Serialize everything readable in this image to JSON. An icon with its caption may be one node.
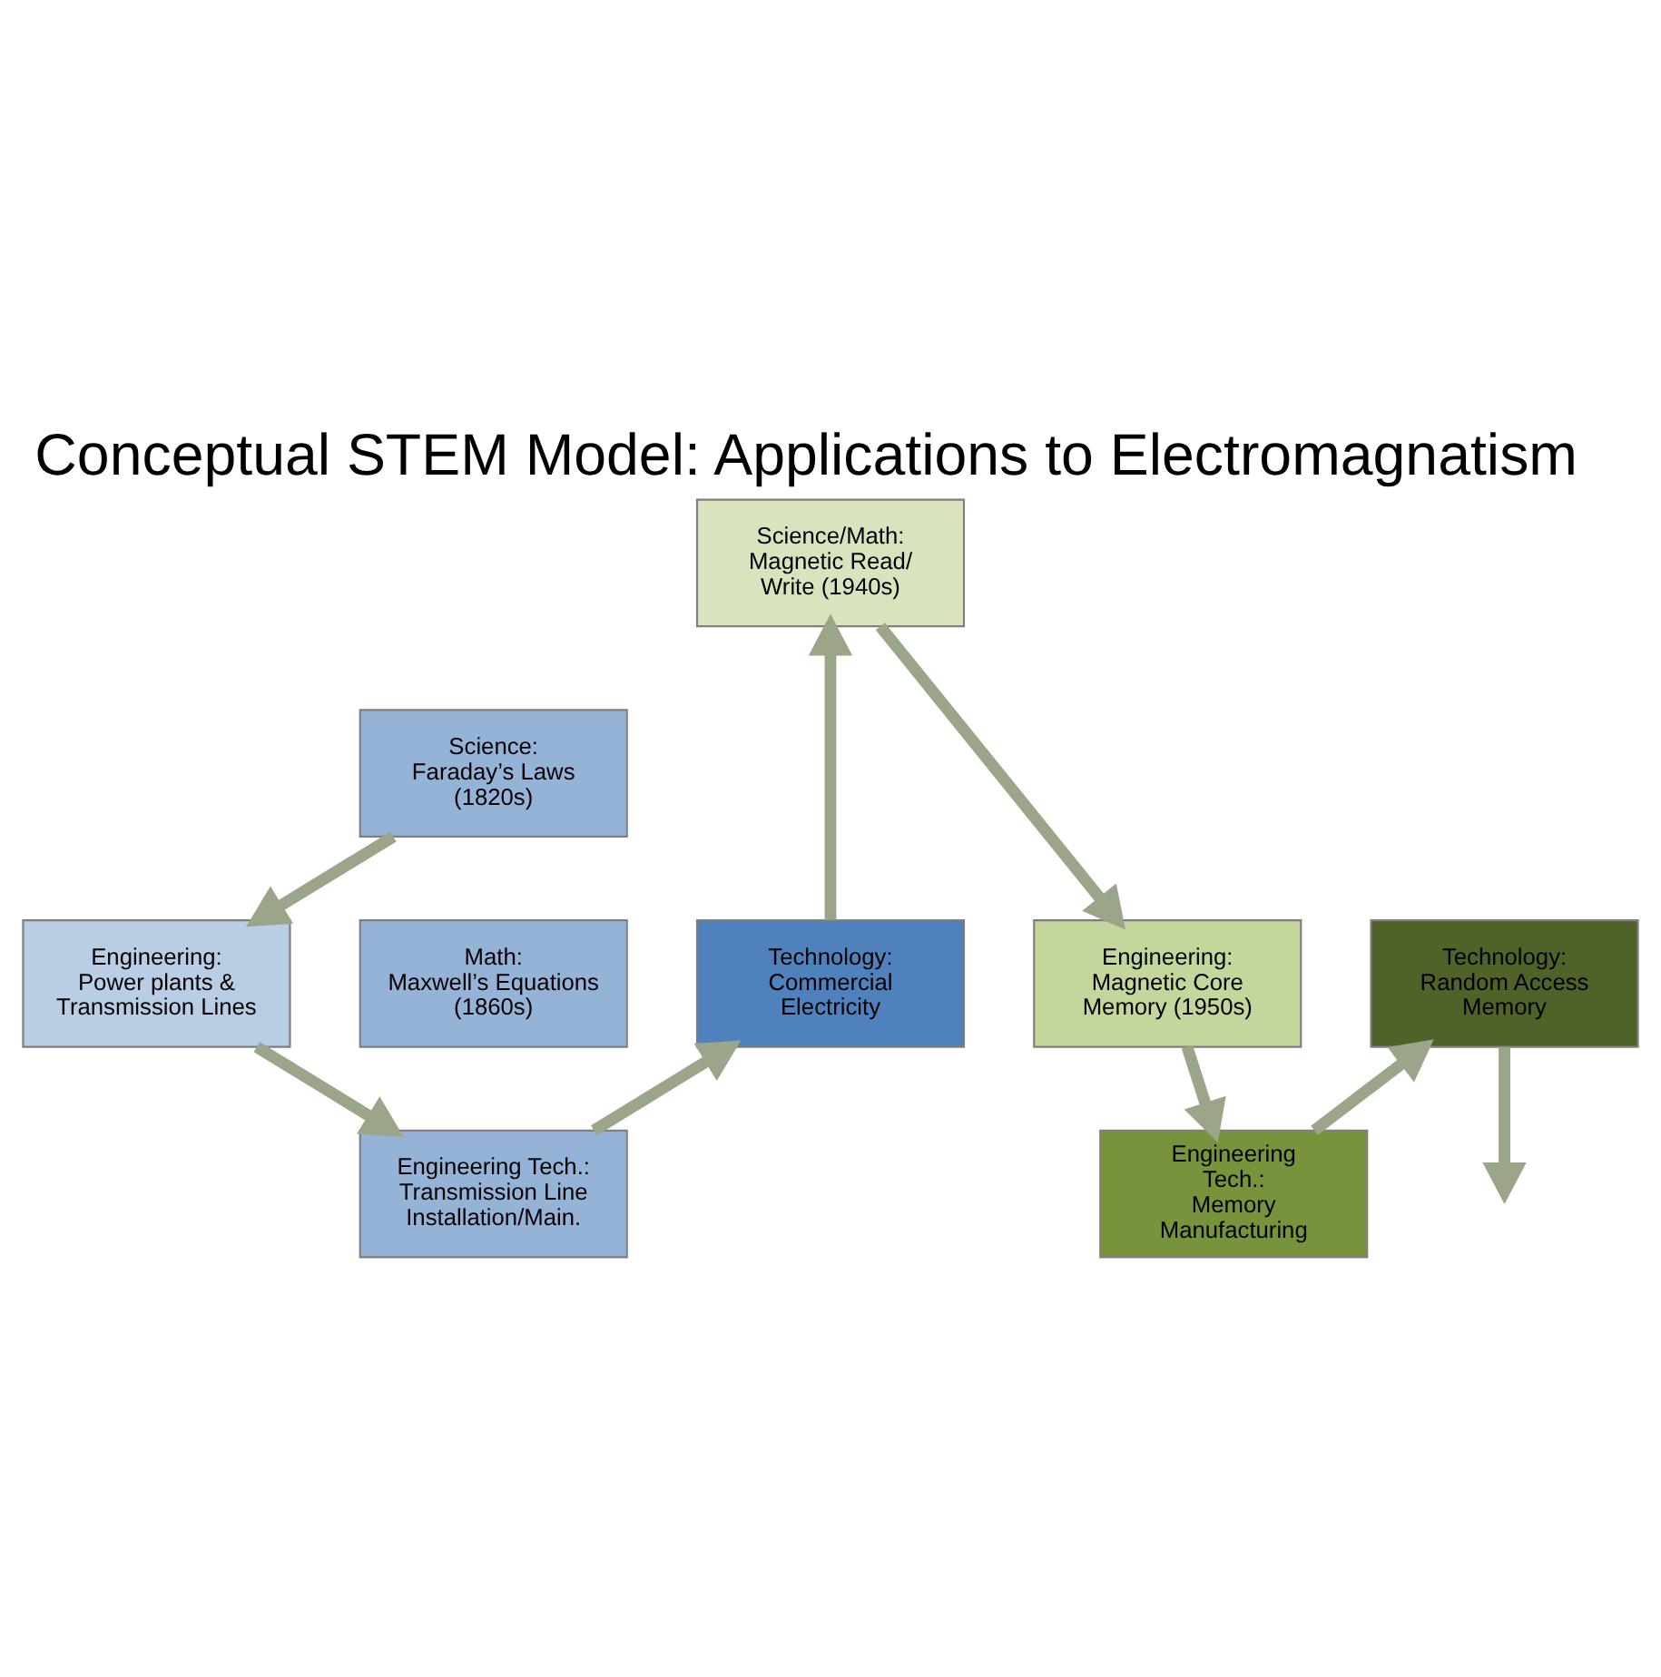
{
  "diagram": {
    "title": "Conceptual STEM Model: Applications to Electromagnatism",
    "nodes": [
      {
        "text": [
          "Science/Math:",
          "Magnetic Read/ Write (1940s)"
        ]
      },
      {
        "text": [
          "Science:",
          "Faraday’s Laws (1820s)"
        ]
      },
      {
        "text": [
          "Math:",
          "Maxwell’s Equations (1860s)"
        ]
      },
      {
        "text": [
          "Engineering:",
          "Magnetic Core Memory (1950s)"
        ]
      },
      {
        "text": [
          "Engineering:",
          "Power plants & Transmission Lines"
        ]
      },
      {
        "text": [
          "Technology:",
          "Commercial Electricity"
        ]
      },
      {
        "text": [
          "Technology:",
          "Random Access Memory"
        ]
      },
      {
        "text": [
          "Engineering Tech.:",
          "Transmission Line Installation/Main."
        ]
      },
      {
        "text": [
          "Engineering Tech.:",
          "Memory Manufacturing"
        ]
      }
    ],
    "edges": [
      {
        "from": 0,
        "to": 3,
        "arrow": "to"
      },
      {
        "from": 1,
        "to": 4,
        "arrow": "to"
      },
      {
        "from": 4,
        "to": 7,
        "arrow": "to"
      },
      {
        "from": 7,
        "to": 5,
        "arrow": "to"
      },
      {
        "from": 5,
        "to": 0,
        "arrow": "to"
      },
      {
        "from": 3,
        "to": 8,
        "arrow": "to"
      },
      {
        "from": 8,
        "to": 6,
        "arrow": "to"
      },
      {
        "from": 6,
        "to": null,
        "arrow": "to"
      }
    ]
  }
}
